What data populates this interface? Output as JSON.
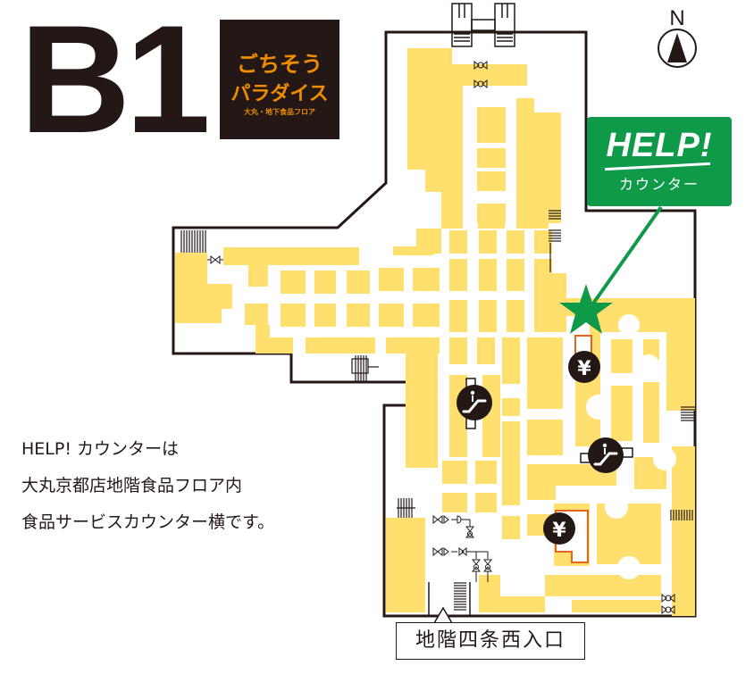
{
  "floor": {
    "label": "B1"
  },
  "logo": {
    "title_line1": "ごちそう",
    "title_line2": "パラダイス",
    "subtitle": "大丸・地下食品フロア",
    "text_color": "#f08c00",
    "background": "#231815"
  },
  "compass": {
    "label": "N",
    "icon": "north-arrow-icon"
  },
  "help_badge": {
    "title": "HELP!",
    "subtitle": "カウンター",
    "color": "#0f9a4a"
  },
  "description": {
    "lines": [
      "HELP! カウンターは",
      "大丸京都店地階食品フロア内",
      "食品サービスカウンター横です。"
    ]
  },
  "entrance": {
    "label": "地階四条西入口"
  },
  "map": {
    "shop_color": "#ffe06e",
    "wall_color": "#231815",
    "marker_color": "#0f9a4a",
    "highlight_color": "#e8641e",
    "icons": {
      "atm": "¥",
      "escalator": "escalator-icon",
      "restroom": "restroom-icon",
      "stairs": "stairs-icon",
      "help_marker": "star-icon"
    }
  }
}
